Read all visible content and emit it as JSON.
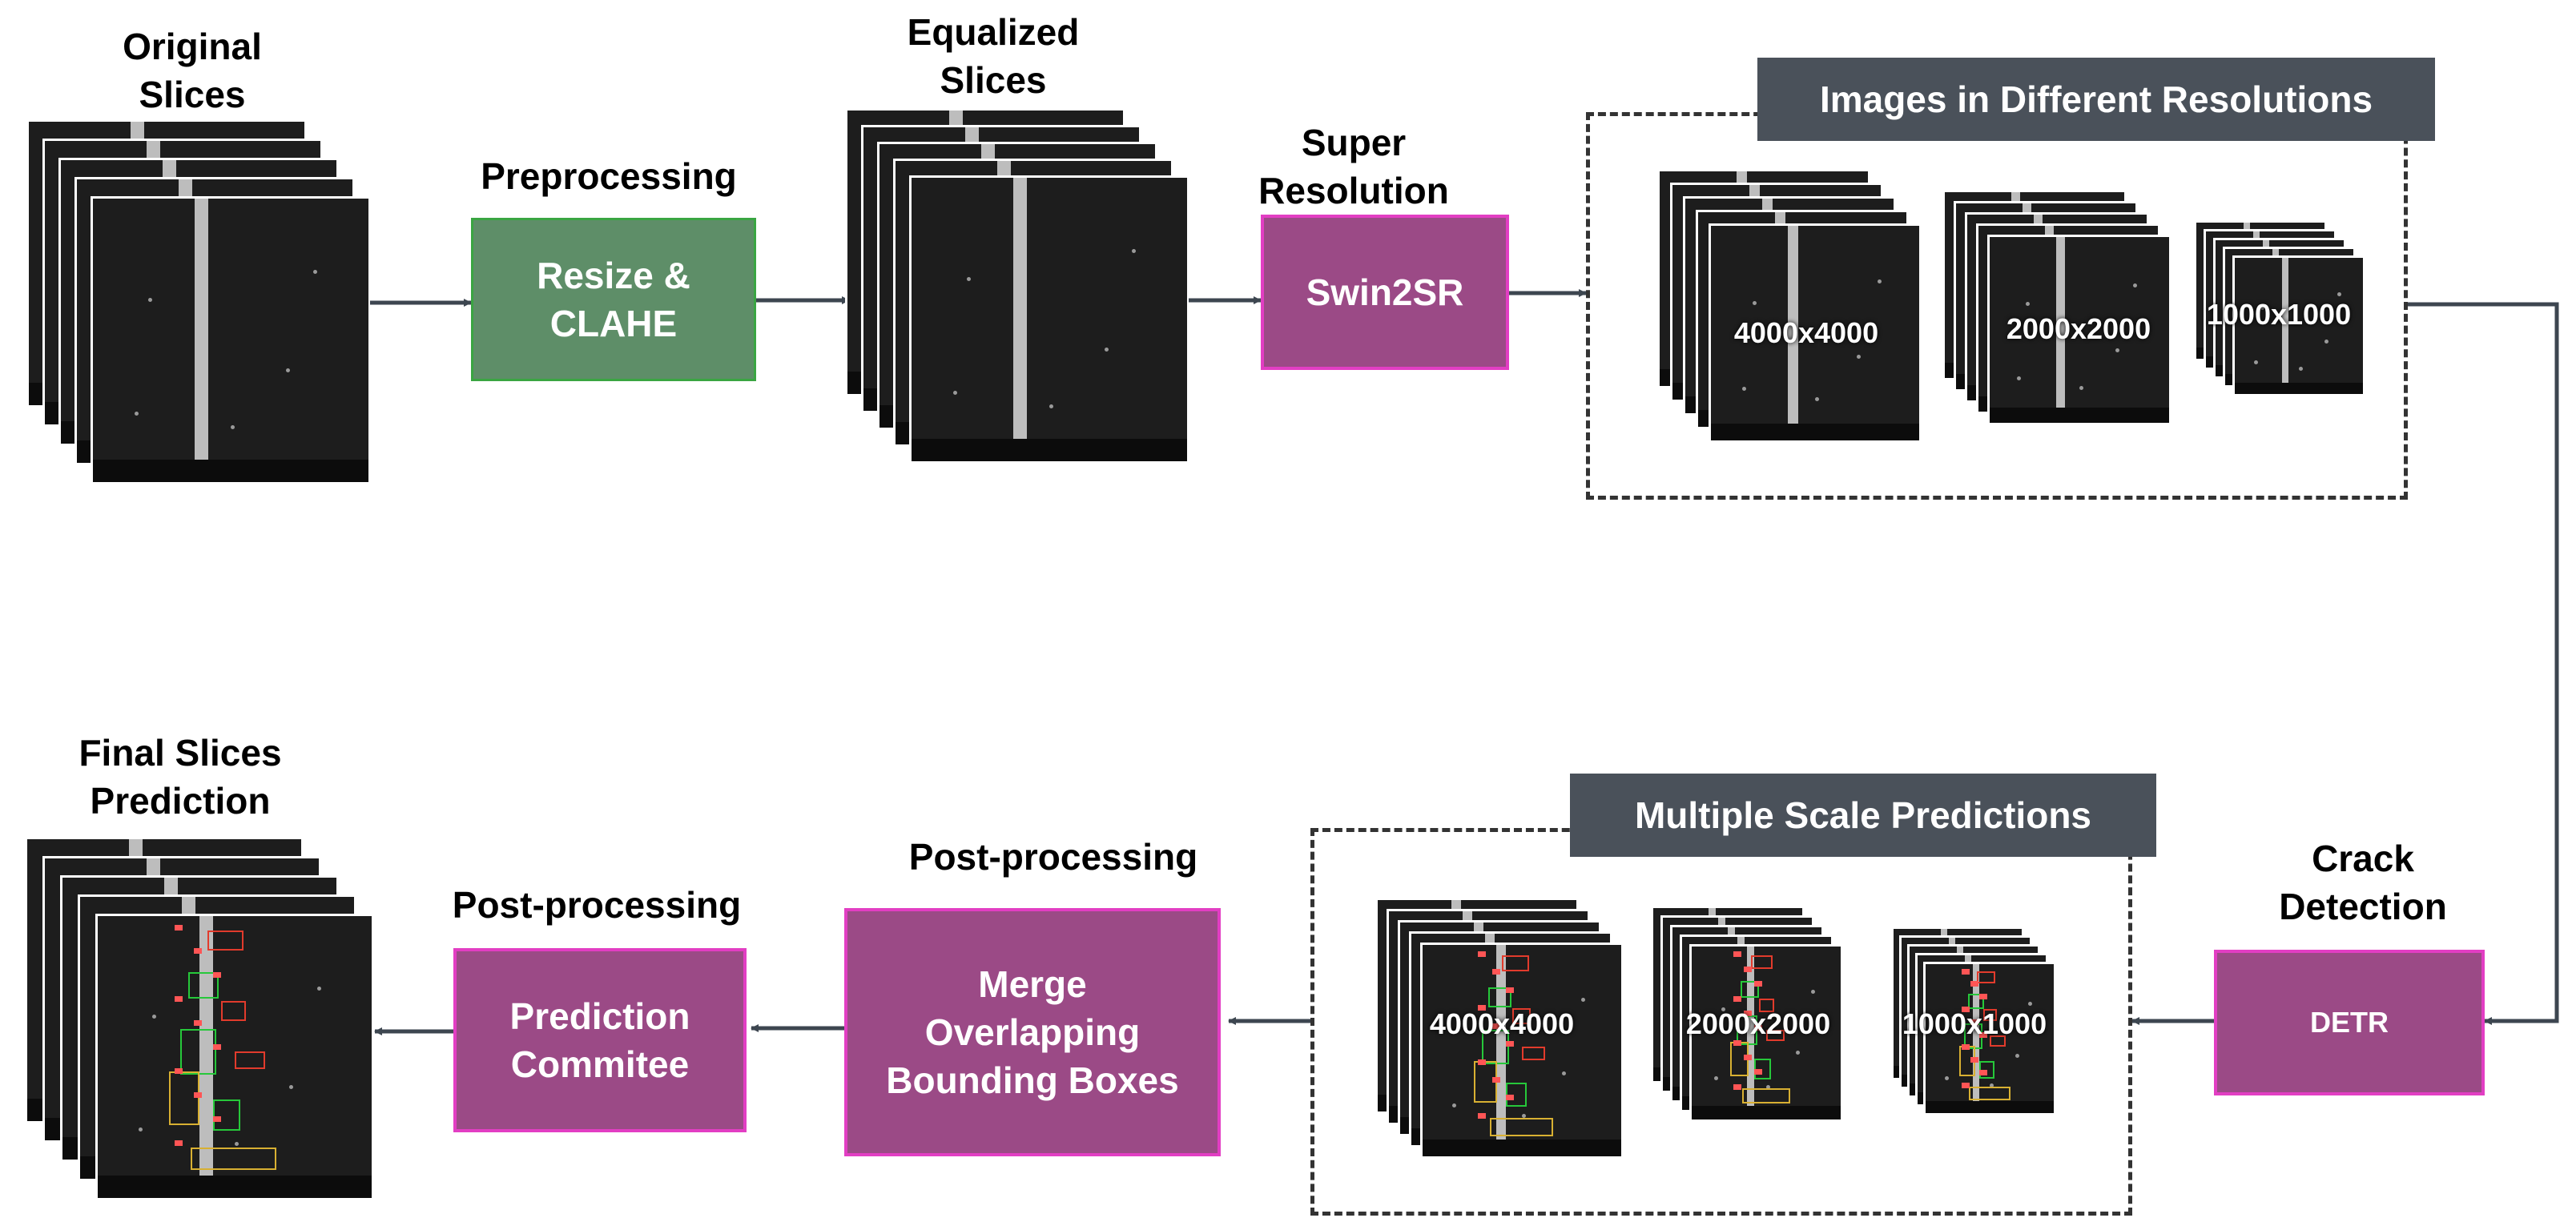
{
  "labels": {
    "original_slices": "Original\nSlices",
    "preprocessing": "Preprocessing",
    "equalized_slices": "Equalized\nSlices",
    "super_resolution": "Super\nResolution",
    "crack_detection": "Crack\nDetection",
    "post_processing_merge": "Post-processing",
    "post_processing_committee": "Post-processing",
    "final_slices_prediction": "Final Slices\nPrediction"
  },
  "boxes": {
    "resize_clahe": "Resize  &\nCLAHE",
    "swin2sr": "Swin2SR",
    "detr": "DETR",
    "merge": "Merge\nOverlapping\nBounding Boxes",
    "committee": "Prediction\nCommitee"
  },
  "headers": {
    "resolutions": "Images in Different Resolutions",
    "predictions": "Multiple Scale Predictions"
  },
  "resolutions": [
    "4000x4000",
    "2000x2000",
    "1000x1000"
  ],
  "predictions": [
    "4000x4000",
    "2000x2000",
    "1000x1000"
  ],
  "colors": {
    "green_box": "#5e8e68",
    "purple_box": "#9b4a86",
    "purple_border": "#e23ec3",
    "header_bg": "#4a515a",
    "arrow": "#3d4650",
    "detection_green": "#26c83a",
    "detection_red": "#e23b2c"
  }
}
